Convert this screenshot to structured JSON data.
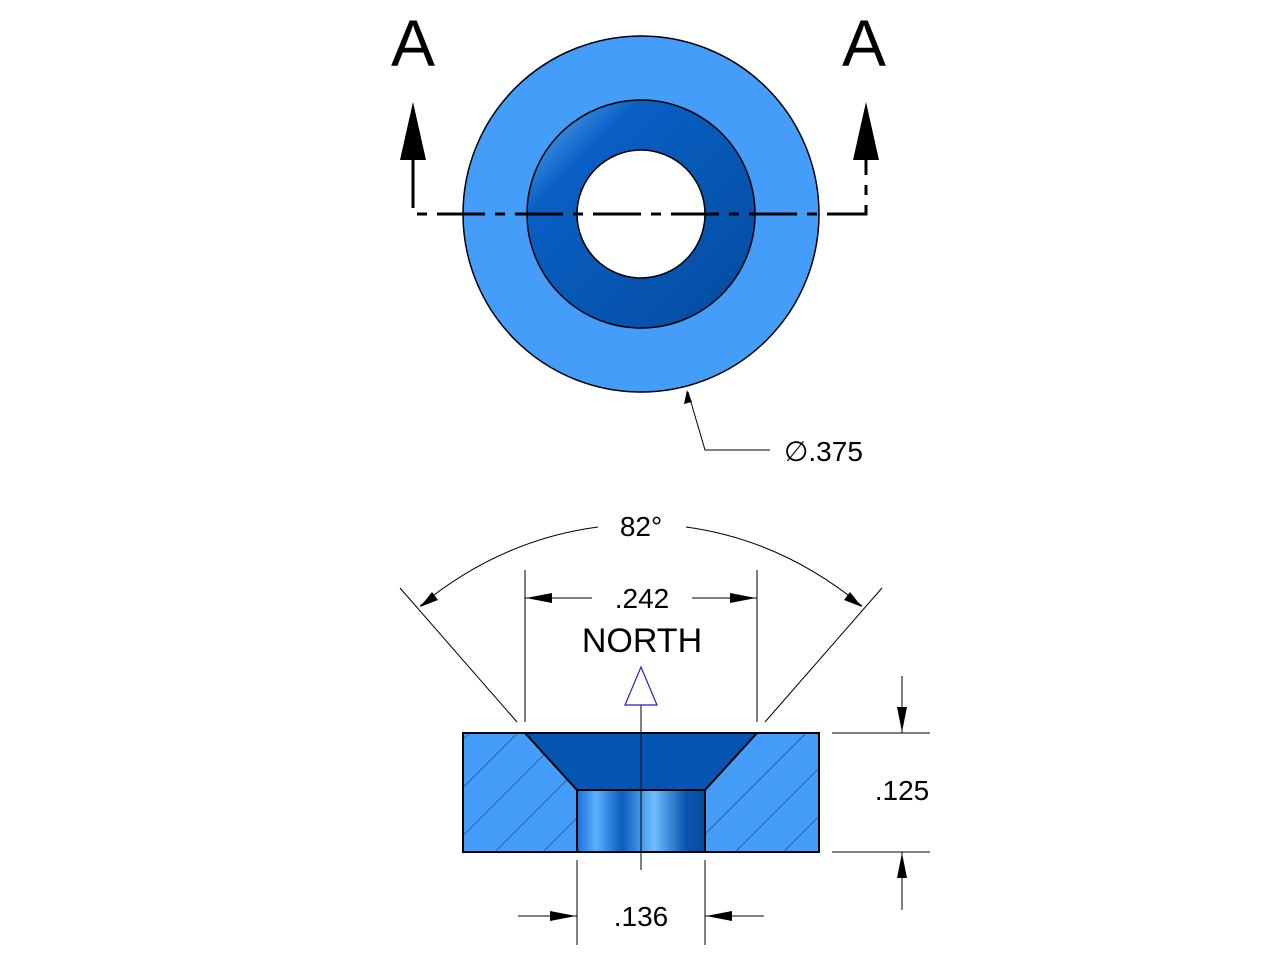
{
  "section_labels": {
    "left": "A",
    "right": "A"
  },
  "dimensions": {
    "outer_diameter": "∅.375",
    "countersink_angle": "82°",
    "countersink_diameter": ".242",
    "thickness": ".125",
    "hole_diameter": ".136"
  },
  "pole_label": "NORTH",
  "colors": {
    "body": "#449ef9",
    "countersink": "#0556b3",
    "hole_highlight": "#66b8ff",
    "north_arrow": "#2020c0"
  }
}
